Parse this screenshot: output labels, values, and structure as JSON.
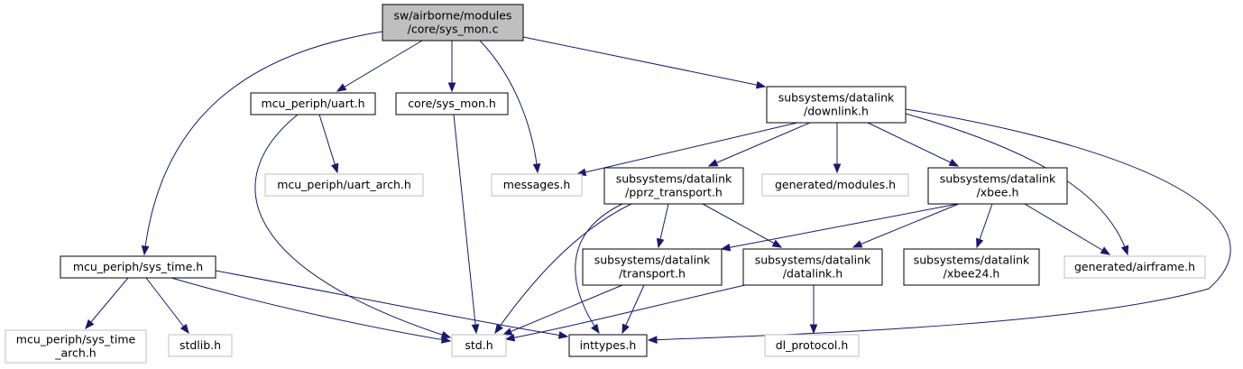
{
  "nodes": [
    {
      "id": "sys_mon_c",
      "lines": [
        "sw/airborne/modules",
        "/core/sys_mon.c"
      ],
      "style": "root"
    },
    {
      "id": "mcu_periph_uart_h",
      "lines": [
        "mcu_periph/uart.h"
      ],
      "style": "normal"
    },
    {
      "id": "core_sys_mon_h",
      "lines": [
        "core/sys_mon.h"
      ],
      "style": "normal"
    },
    {
      "id": "downlink_h",
      "lines": [
        "subsystems/datalink",
        "/downlink.h"
      ],
      "style": "normal"
    },
    {
      "id": "uart_arch_h",
      "lines": [
        "mcu_periph/uart_arch.h"
      ],
      "style": "external"
    },
    {
      "id": "messages_h",
      "lines": [
        "messages.h"
      ],
      "style": "external"
    },
    {
      "id": "pprz_transport_h",
      "lines": [
        "subsystems/datalink",
        "/pprz_transport.h"
      ],
      "style": "normal"
    },
    {
      "id": "generated_modules_h",
      "lines": [
        "generated/modules.h"
      ],
      "style": "external"
    },
    {
      "id": "xbee_h",
      "lines": [
        "subsystems/datalink",
        "/xbee.h"
      ],
      "style": "normal"
    },
    {
      "id": "sys_time_h",
      "lines": [
        "mcu_periph/sys_time.h"
      ],
      "style": "normal"
    },
    {
      "id": "transport_h",
      "lines": [
        "subsystems/datalink",
        "/transport.h"
      ],
      "style": "normal"
    },
    {
      "id": "datalink_h",
      "lines": [
        "subsystems/datalink",
        "/datalink.h"
      ],
      "style": "normal"
    },
    {
      "id": "xbee24_h",
      "lines": [
        "subsystems/datalink",
        "/xbee24.h"
      ],
      "style": "normal"
    },
    {
      "id": "generated_airframe_h",
      "lines": [
        "generated/airframe.h"
      ],
      "style": "external"
    },
    {
      "id": "sys_time_arch_h",
      "lines": [
        "mcu_periph/sys_time",
        "_arch.h"
      ],
      "style": "external"
    },
    {
      "id": "stdlib_h",
      "lines": [
        "stdlib.h"
      ],
      "style": "external"
    },
    {
      "id": "std_h",
      "lines": [
        "std.h"
      ],
      "style": "external"
    },
    {
      "id": "inttypes_h",
      "lines": [
        "inttypes.h"
      ],
      "style": "normal"
    },
    {
      "id": "dl_protocol_h",
      "lines": [
        "dl_protocol.h"
      ],
      "style": "external"
    }
  ],
  "edges": [
    {
      "from": "sys_mon_c",
      "to": "sys_time_h"
    },
    {
      "from": "sys_mon_c",
      "to": "mcu_periph_uart_h"
    },
    {
      "from": "sys_mon_c",
      "to": "core_sys_mon_h"
    },
    {
      "from": "sys_mon_c",
      "to": "messages_h"
    },
    {
      "from": "sys_mon_c",
      "to": "downlink_h"
    },
    {
      "from": "mcu_periph_uart_h",
      "to": "uart_arch_h"
    },
    {
      "from": "mcu_periph_uart_h",
      "to": "std_h"
    },
    {
      "from": "core_sys_mon_h",
      "to": "std_h"
    },
    {
      "from": "downlink_h",
      "to": "messages_h"
    },
    {
      "from": "downlink_h",
      "to": "pprz_transport_h"
    },
    {
      "from": "downlink_h",
      "to": "generated_modules_h"
    },
    {
      "from": "downlink_h",
      "to": "xbee_h"
    },
    {
      "from": "downlink_h",
      "to": "generated_airframe_h"
    },
    {
      "from": "downlink_h",
      "to": "inttypes_h"
    },
    {
      "from": "pprz_transport_h",
      "to": "transport_h"
    },
    {
      "from": "pprz_transport_h",
      "to": "datalink_h"
    },
    {
      "from": "pprz_transport_h",
      "to": "std_h"
    },
    {
      "from": "pprz_transport_h",
      "to": "inttypes_h"
    },
    {
      "from": "xbee_h",
      "to": "transport_h"
    },
    {
      "from": "xbee_h",
      "to": "datalink_h"
    },
    {
      "from": "xbee_h",
      "to": "xbee24_h"
    },
    {
      "from": "xbee_h",
      "to": "generated_airframe_h"
    },
    {
      "from": "sys_time_h",
      "to": "sys_time_arch_h"
    },
    {
      "from": "sys_time_h",
      "to": "stdlib_h"
    },
    {
      "from": "sys_time_h",
      "to": "std_h"
    },
    {
      "from": "sys_time_h",
      "to": "inttypes_h"
    },
    {
      "from": "transport_h",
      "to": "std_h"
    },
    {
      "from": "transport_h",
      "to": "inttypes_h"
    },
    {
      "from": "datalink_h",
      "to": "std_h"
    },
    {
      "from": "datalink_h",
      "to": "dl_protocol_h"
    }
  ],
  "colors": {
    "root_fill": "#bfbfbf",
    "normal_border": "#000000",
    "external_border": "#bfbfbf",
    "edge": "#191970",
    "text": "#000000",
    "background": "#ffffff"
  }
}
